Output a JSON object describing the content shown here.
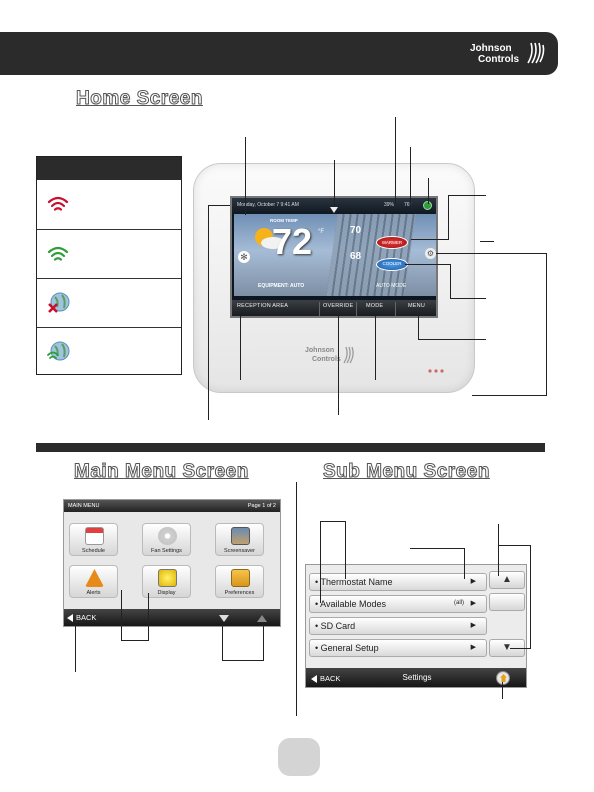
{
  "brand": {
    "line1": "Johnson",
    "line2": "Controls"
  },
  "sections": {
    "home": "Home Screen",
    "main_menu": "Main Menu Screen",
    "sub_menu": "Sub Menu Screen"
  },
  "home_screen": {
    "datetime": "Monday, October 7 9:41 AM",
    "humidity": "39%",
    "outdoor": "76°",
    "indoor_temp": "72",
    "indoor_unit": "°F",
    "room_temp_label": "ROOM TEMP",
    "heat_setpoint": "70",
    "cool_setpoint": "68",
    "warmer_label": "WARMER",
    "cooler_label": "COOLER",
    "equipment_status": "EQUIPMENT: AUTO",
    "mode_status": "AUTO MODE",
    "nav": [
      "RECEPTION AREA",
      "OVERRIDE",
      "MODE",
      "MENU"
    ]
  },
  "main_menu": {
    "title": "MAIN MENU",
    "page": "Page 1 of 2",
    "tiles": [
      "Schedule",
      "Fan Settings",
      "Screensaver",
      "Alerts",
      "Display",
      "Preferences"
    ],
    "back": "BACK"
  },
  "sub_menu": {
    "rows": [
      "• Thermostat Name",
      "• Available Modes",
      "• SD Card",
      "• General Setup"
    ],
    "row_value": "(all)",
    "back": "BACK",
    "title": "Settings"
  },
  "colors": {
    "wifi_red": "#c8102e",
    "wifi_green": "#2e9e3a",
    "header": "#2b2b2b"
  }
}
